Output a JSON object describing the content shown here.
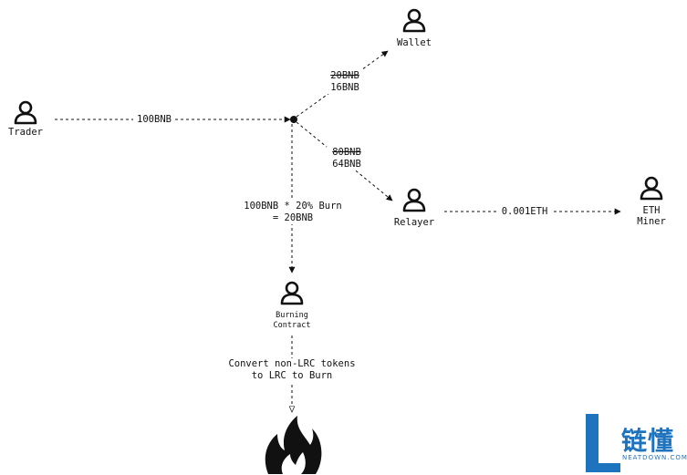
{
  "nodes": {
    "wallet": "Wallet",
    "trader": "Trader",
    "relayer": "Relayer",
    "eth_miner_line1": "ETH",
    "eth_miner_line2": "Miner",
    "burning_line1": "Burning",
    "burning_line2": "Contract"
  },
  "edges": {
    "trader_to_split": "100BNB",
    "to_wallet_old": "20BNB",
    "to_wallet_new": "16BNB",
    "to_relayer_old": "80BNB",
    "to_relayer_new": "64BNB",
    "burn_line1": "100BNB * 20% Burn",
    "burn_line2": "= 20BNB",
    "relayer_to_miner": "0.001ETH",
    "convert_line1": "Convert non-LRC tokens",
    "convert_line2": "to LRC to Burn"
  },
  "watermark": {
    "cn": "链懂",
    "en": "NEATDOWN.COM",
    "color": "#1e73be"
  },
  "icons": [
    "user-icon",
    "fire-icon",
    "watermark-logo"
  ]
}
